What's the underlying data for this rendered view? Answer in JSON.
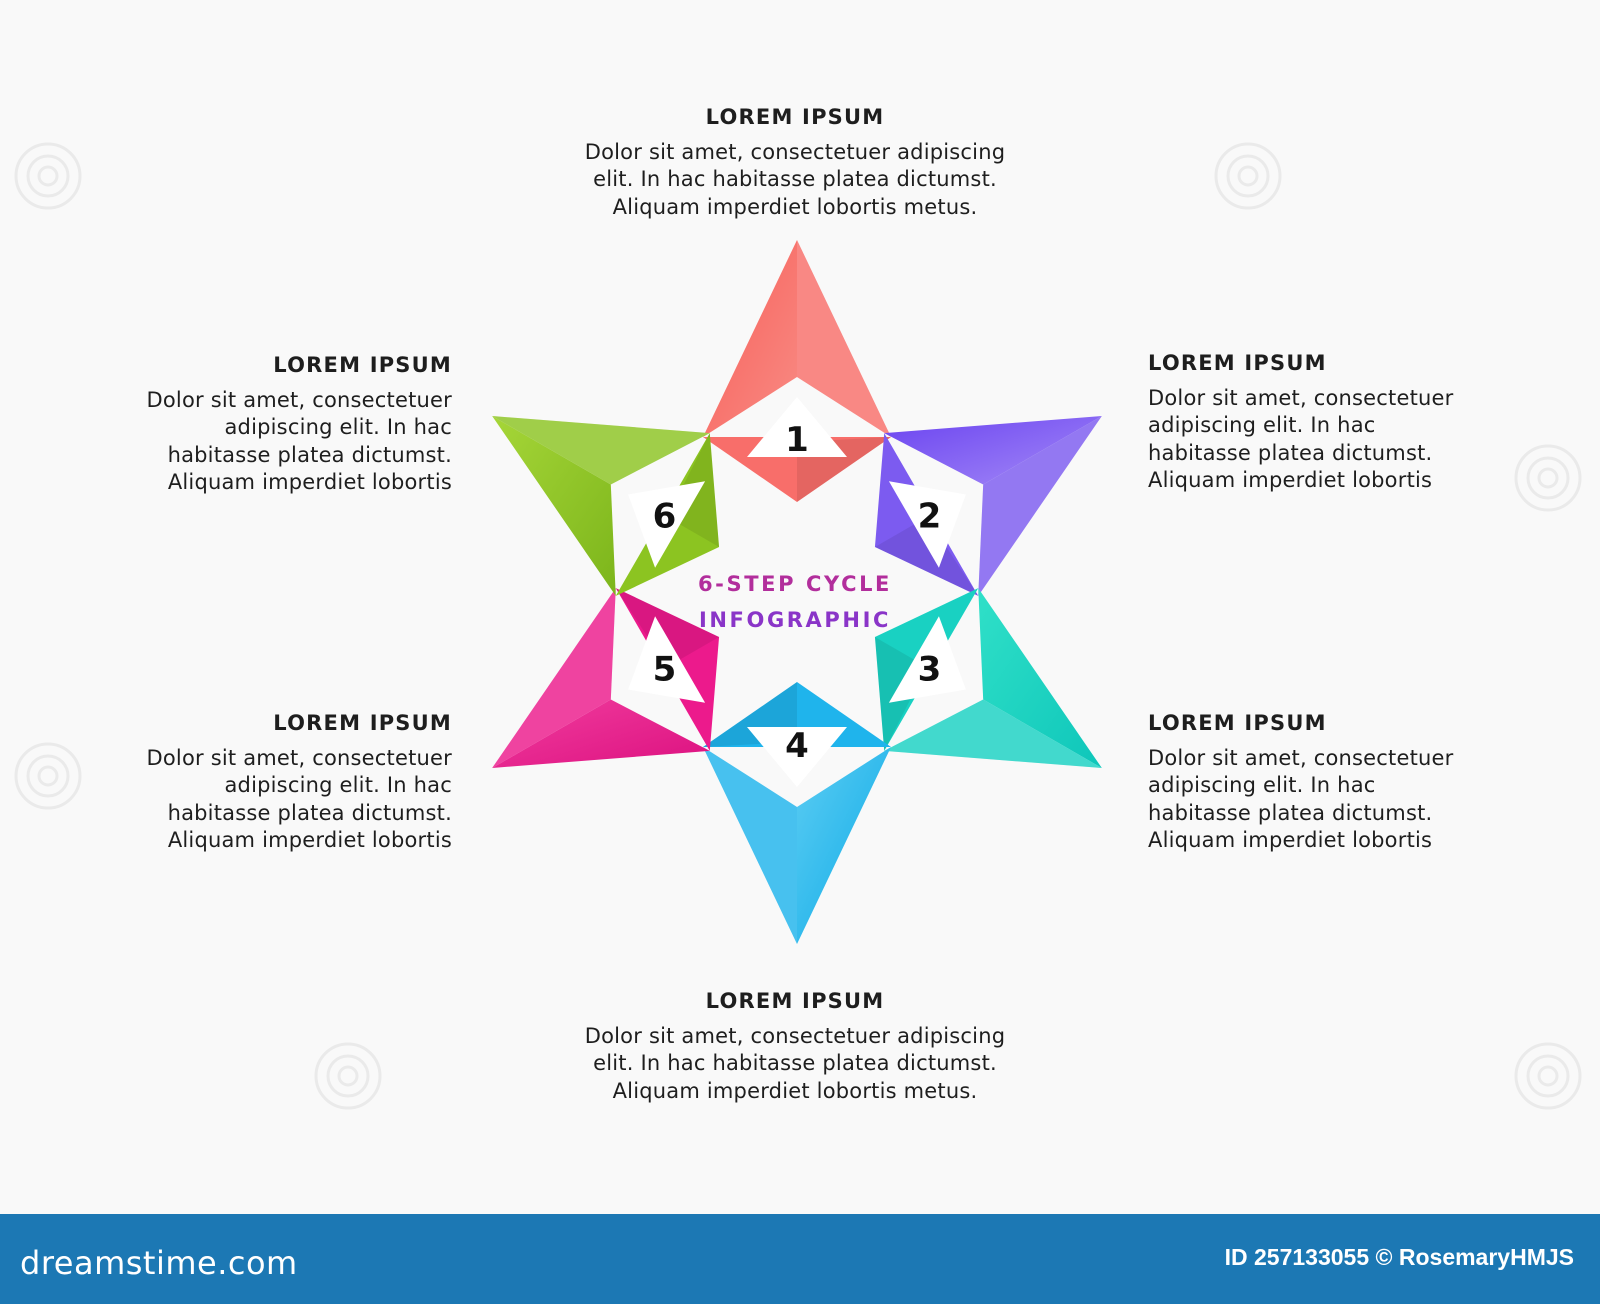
{
  "diagram": {
    "title_line1": "6-STEP CYCLE",
    "title_line2": "INFOGRAPHIC",
    "title_colors": {
      "line1": "#b22e9c",
      "line2": "#8a35c8"
    },
    "steps": [
      {
        "number": "1",
        "color": "#f86e6a",
        "heading": "LOREM IPSUM",
        "lines": [
          "Dolor sit amet, consectetuer adipiscing",
          "elit. In hac habitasse platea dictumst.",
          "Aliquam imperdiet lobortis metus."
        ]
      },
      {
        "number": "2",
        "color": "#7c5bf0",
        "heading": "LOREM IPSUM",
        "lines": [
          "Dolor sit amet, consectetuer",
          "adipiscing elit. In hac",
          "habitasse platea dictumst.",
          "Aliquam imperdiet lobortis"
        ]
      },
      {
        "number": "3",
        "color": "#19d1c2",
        "heading": "LOREM IPSUM",
        "lines": [
          "Dolor sit amet, consectetuer",
          "adipiscing elit. In hac",
          "habitasse platea dictumst.",
          "Aliquam imperdiet lobortis"
        ]
      },
      {
        "number": "4",
        "color": "#1fb4ec",
        "heading": "LOREM IPSUM",
        "lines": [
          "Dolor sit amet, consectetuer adipiscing",
          "elit. In hac habitasse platea dictumst.",
          "Aliquam imperdiet lobortis metus."
        ]
      },
      {
        "number": "5",
        "color": "#ec1a8c",
        "heading": "LOREM IPSUM",
        "lines": [
          "Dolor sit amet, consectetuer",
          "adipiscing elit. In hac",
          "habitasse platea dictumst.",
          "Aliquam imperdiet lobortis"
        ]
      },
      {
        "number": "6",
        "color": "#8cc421",
        "heading": "LOREM IPSUM",
        "lines": [
          "Dolor sit amet, consectetuer",
          "adipiscing elit. In hac",
          "habitasse platea dictumst.",
          "Aliquam imperdiet lobortis"
        ]
      }
    ]
  },
  "footer": {
    "brand": "dreamstime.com",
    "image_id": "ID 257133055",
    "credit": "© RosemaryHMJS",
    "background_color": "#1c78b4"
  }
}
